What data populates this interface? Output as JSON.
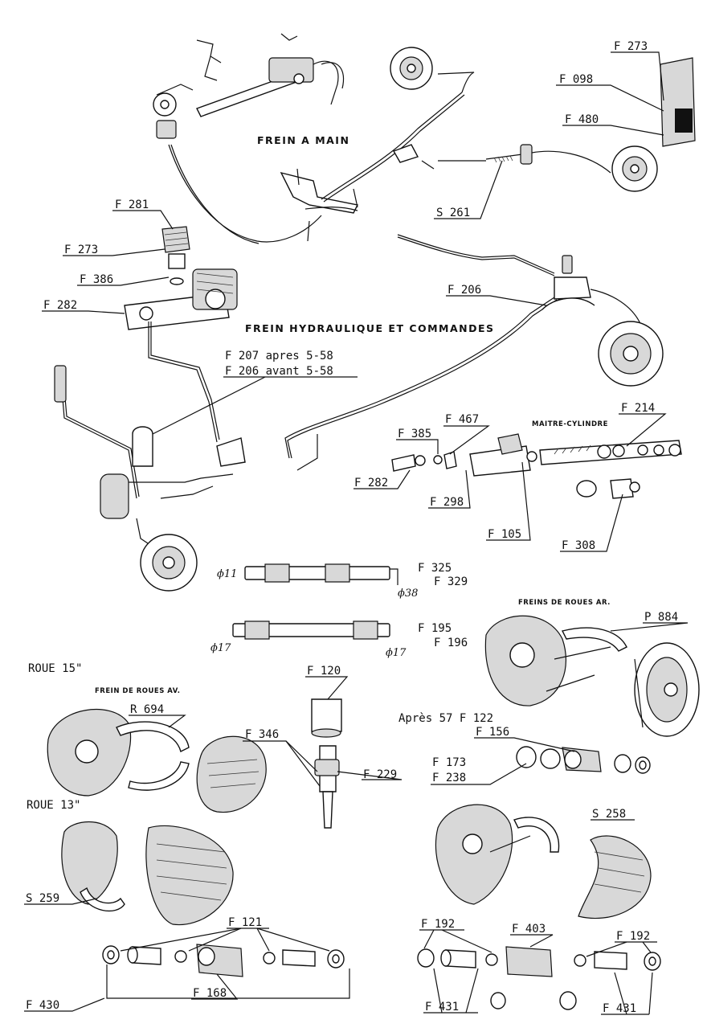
{
  "titles": {
    "frein_a_main": "FREIN A MAIN",
    "frein_hydraulique": "FREIN HYDRAULIQUE ET COMMANDES",
    "maitre_cylindre": "MAITRE-CYLINDRE",
    "freins_roues_ar": "FREINS DE ROUES AR.",
    "frein_roues_av": "FREIN DE ROUES AV.",
    "roue_15": "ROUE 15\"",
    "roue_13": "ROUE 13\""
  },
  "refs": {
    "f273_top": "F 273",
    "f098": "F 098",
    "f480": "F 480",
    "s261": "S 261",
    "f281": "F 281",
    "f273_mid": "F 273",
    "f386": "F 386",
    "f282_left": "F 282",
    "f206_right": "F 206",
    "f207": "F 207 apres 5-58",
    "f206_avant": "F 206 avant 5-58",
    "f214": "F 214",
    "f467": "F 467",
    "f385": "F 385",
    "f282_mid": "F 282",
    "f298": "F 298",
    "f105": "F 105",
    "f308": "F 308",
    "f325": "F 325",
    "f329": "F 329",
    "f195": "F 195",
    "f196": "F 196",
    "p884": "P 884",
    "f120": "F 120",
    "r694": "R 694",
    "f346": "F 346",
    "f229": "F 229",
    "f122": "Après 57 F 122",
    "f156": "F 156",
    "f173": "F 173",
    "f238": "F 238",
    "s258": "S 258",
    "s259": "S 259",
    "f121": "F 121",
    "f192_left": "F 192",
    "f403": "F 403",
    "f192_right": "F 192",
    "f430": "F 430",
    "f168": "F 168",
    "f431_left": "F 431",
    "f431_right": "F 431"
  },
  "dimensions": {
    "d11": "ϕ11",
    "d38": "ϕ38",
    "d17a": "ϕ17",
    "d17b": "ϕ17"
  }
}
